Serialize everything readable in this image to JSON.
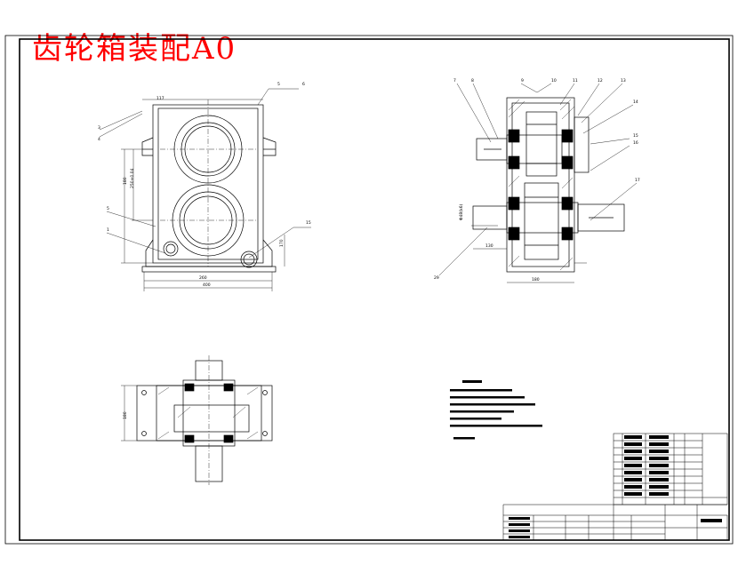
{
  "title": "齿轮箱装配A0",
  "colors": {
    "title": "#ff0000",
    "line": "#000000",
    "background": "#ffffff"
  },
  "dimensions": {
    "top_view_width": "400",
    "top_view_inner": "260",
    "bottom_view_left": "180"
  }
}
